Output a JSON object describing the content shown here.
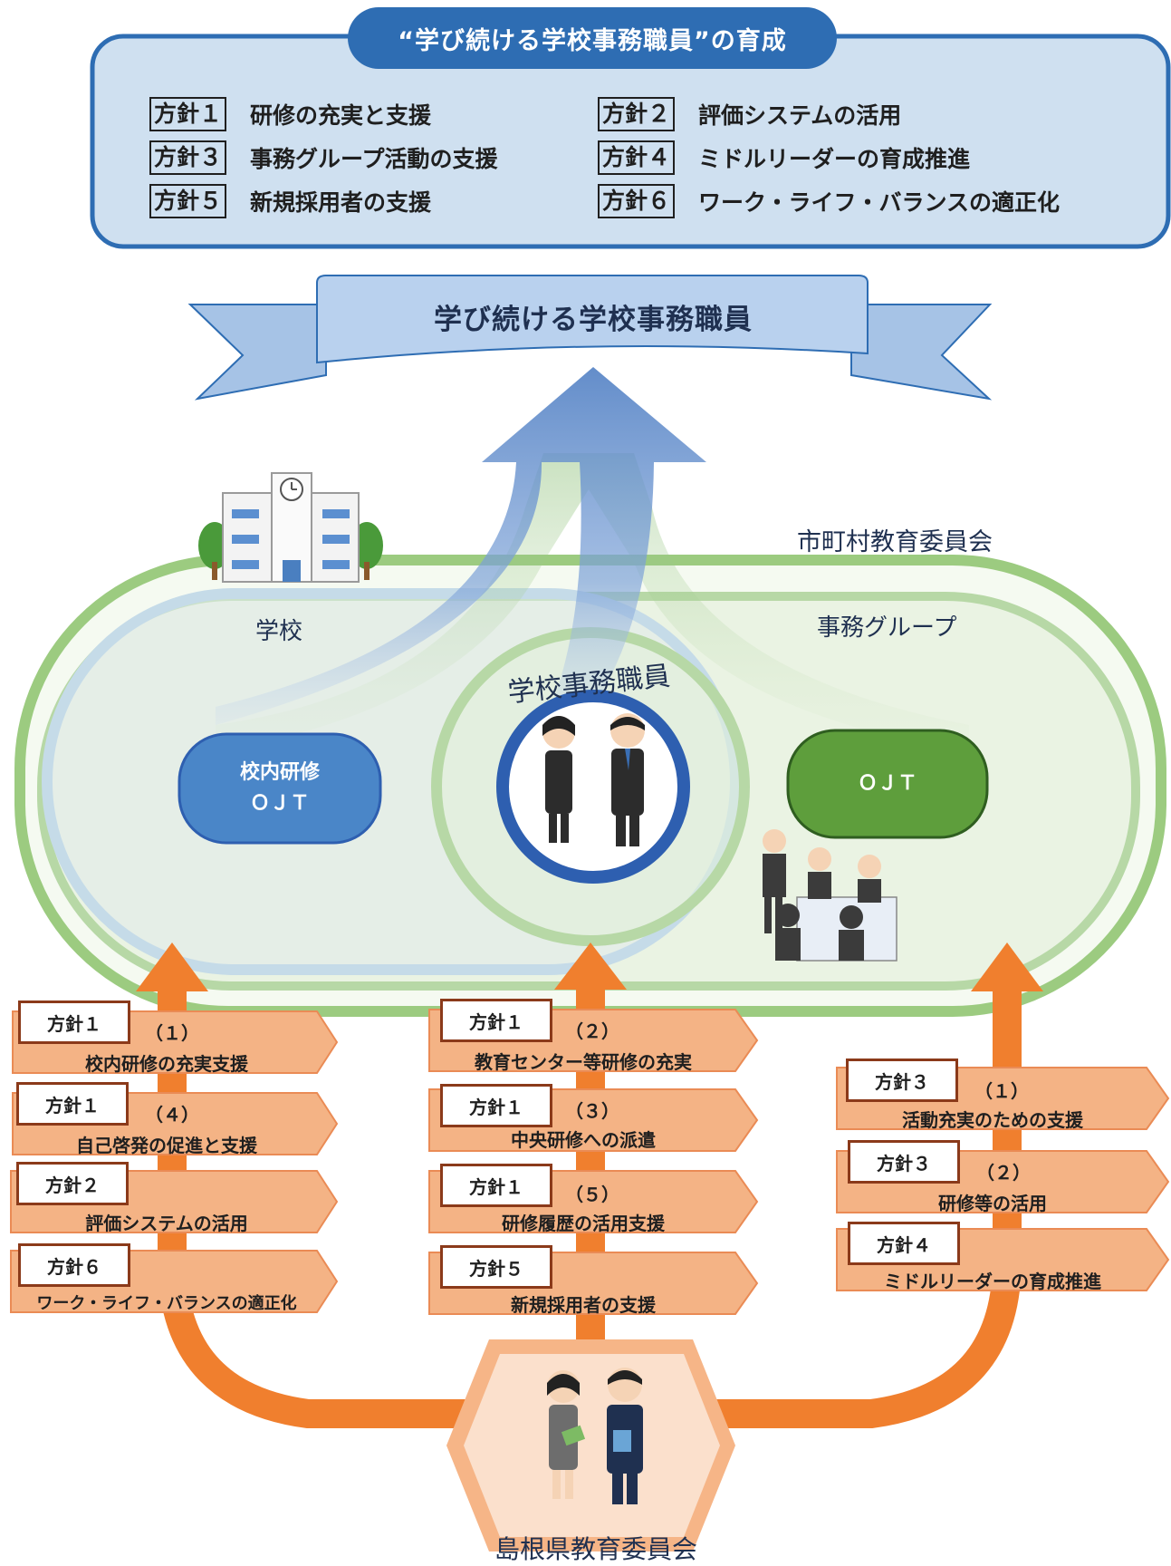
{
  "header": {
    "title": "“学び続ける学校事務職員”の育成",
    "policies": [
      {
        "tag": "方針１",
        "text": "研修の充実と支援"
      },
      {
        "tag": "方針２",
        "text": "評価システムの活用"
      },
      {
        "tag": "方針３",
        "text": "事務グループ活動の支援"
      },
      {
        "tag": "方針４",
        "text": "ミドルリーダーの育成推進"
      },
      {
        "tag": "方針５",
        "text": "新規採用者の支援"
      },
      {
        "tag": "方針６",
        "text": "ワーク・ライフ・バランスの適正化"
      }
    ]
  },
  "ribbon": {
    "text": "学び続ける学校事務職員"
  },
  "labels": {
    "municipal": "市町村教育委員会",
    "school": "学校",
    "jimu_group": "事務グループ",
    "staff": "学校事務職員",
    "prefecture": "島根県教育委員会"
  },
  "pills": {
    "left_line1": "校内研修",
    "left_line2": "ＯＪＴ",
    "right": "ＯＪＴ"
  },
  "columns": {
    "left": [
      {
        "tag": "方針１",
        "num": "（１）",
        "text": "校内研修の充実支援"
      },
      {
        "tag": "方針１",
        "num": "（４）",
        "text": "自己啓発の促進と支援"
      },
      {
        "tag": "方針２",
        "num": "",
        "text": "評価システムの活用"
      },
      {
        "tag": "方針６",
        "num": "",
        "text": "ワーク・ライフ・バランスの適正化"
      }
    ],
    "center": [
      {
        "tag": "方針１",
        "num": "（２）",
        "text": "教育センター等研修の充実"
      },
      {
        "tag": "方針１",
        "num": "（３）",
        "text": "中央研修への派遣"
      },
      {
        "tag": "方針１",
        "num": "（５）",
        "text": "研修履歴の活用支援"
      },
      {
        "tag": "方針５",
        "num": "",
        "text": "新規採用者の支援"
      }
    ],
    "right": [
      {
        "tag": "方針３",
        "num": "（１）",
        "text": "活動充実のための支援"
      },
      {
        "tag": "方針３",
        "num": "（２）",
        "text": "研修等の活用"
      },
      {
        "tag": "方針４",
        "num": "",
        "text": "ミドルリーダーの育成推進"
      }
    ]
  },
  "colors": {
    "blue_dark": "#2e6db3",
    "blue_light": "#cfe0f0",
    "green_ring": "#9ccb80",
    "green_fill": "#e9f3e1",
    "orange": "#f07f2e",
    "orange_card": "#f4b385",
    "ojt_green": "#5e9e3c",
    "ojt_blue": "#4a86c8"
  }
}
